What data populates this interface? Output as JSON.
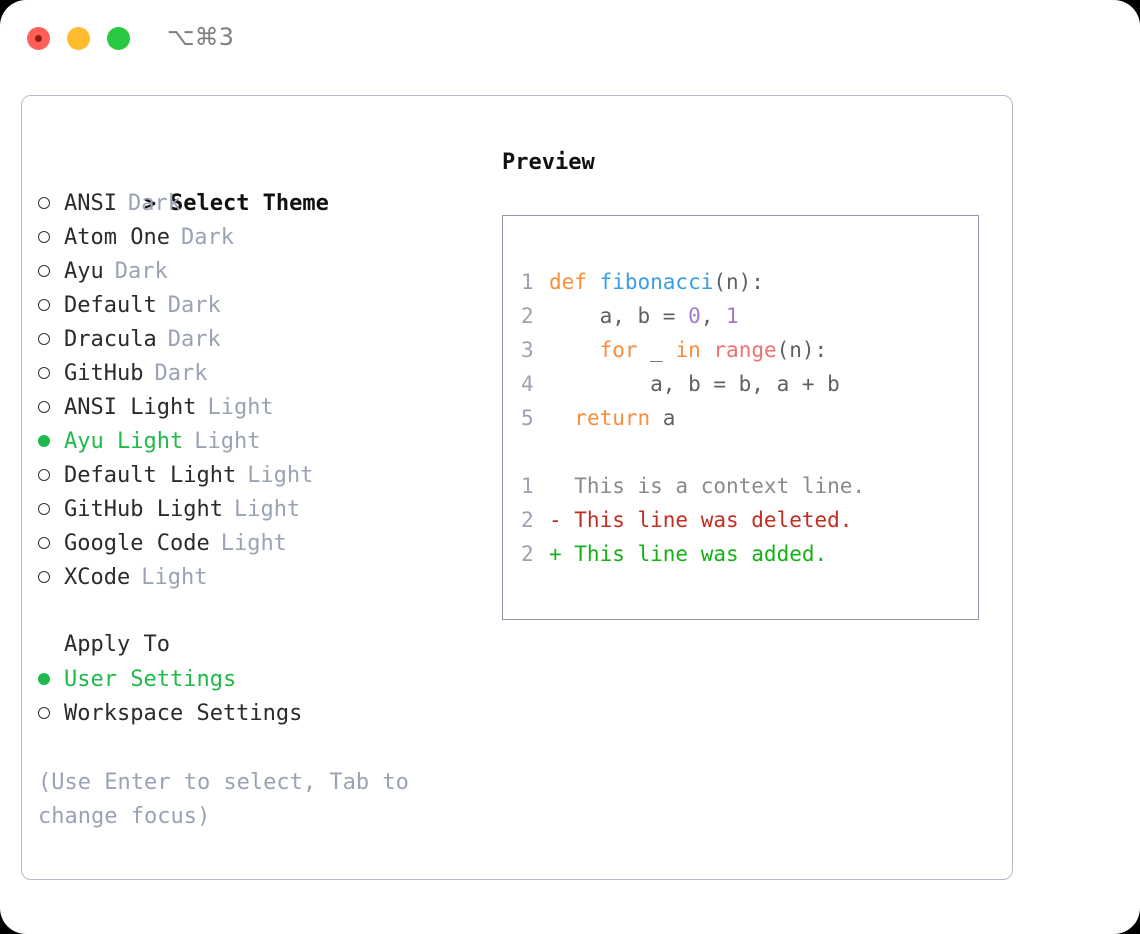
{
  "window": {
    "traffic_lights": [
      "close",
      "minimize",
      "maximize"
    ],
    "shortcut_label": "⌥⌘3"
  },
  "theme_picker": {
    "heading_marker": "> ",
    "heading": "Select Theme",
    "items": [
      {
        "marker": "o",
        "selected": false,
        "name": "ANSI",
        "variant": "Dark"
      },
      {
        "marker": "o",
        "selected": false,
        "name": "Atom One",
        "variant": "Dark"
      },
      {
        "marker": "o",
        "selected": false,
        "name": "Ayu",
        "variant": "Dark"
      },
      {
        "marker": "o",
        "selected": false,
        "name": "Default",
        "variant": "Dark"
      },
      {
        "marker": "o",
        "selected": false,
        "name": "Dracula",
        "variant": "Dark"
      },
      {
        "marker": "o",
        "selected": false,
        "name": "GitHub",
        "variant": "Dark"
      },
      {
        "marker": "o",
        "selected": false,
        "name": "ANSI Light",
        "variant": "Light"
      },
      {
        "marker": "●",
        "selected": true,
        "name": "Ayu Light",
        "variant": "Light"
      },
      {
        "marker": "o",
        "selected": false,
        "name": "Default Light",
        "variant": "Light"
      },
      {
        "marker": "o",
        "selected": false,
        "name": "GitHub Light",
        "variant": "Light"
      },
      {
        "marker": "o",
        "selected": false,
        "name": "Google Code",
        "variant": "Light"
      },
      {
        "marker": "o",
        "selected": false,
        "name": "XCode",
        "variant": "Light"
      }
    ]
  },
  "apply_to": {
    "title": "Apply To",
    "items": [
      {
        "selected": true,
        "name": "User Settings"
      },
      {
        "selected": false,
        "name": "Workspace Settings"
      }
    ]
  },
  "hint": "(Use Enter to select, Tab to change focus)",
  "preview": {
    "title": "Preview",
    "code_lines": [
      {
        "num": "1",
        "tokens": [
          {
            "t": "def ",
            "c": "kw"
          },
          {
            "t": "fibonacci",
            "c": "fn"
          },
          {
            "t": "(n):",
            "c": "plain"
          }
        ]
      },
      {
        "num": "2",
        "tokens": [
          {
            "t": "    a, b = ",
            "c": "plain"
          },
          {
            "t": "0",
            "c": "num"
          },
          {
            "t": ", ",
            "c": "plain"
          },
          {
            "t": "1",
            "c": "num"
          }
        ]
      },
      {
        "num": "3",
        "tokens": [
          {
            "t": "    ",
            "c": "plain"
          },
          {
            "t": "for",
            "c": "kw"
          },
          {
            "t": " _ ",
            "c": "plain"
          },
          {
            "t": "in",
            "c": "kw"
          },
          {
            "t": " ",
            "c": "plain"
          },
          {
            "t": "range",
            "c": "call"
          },
          {
            "t": "(n):",
            "c": "plain"
          }
        ]
      },
      {
        "num": "4",
        "tokens": [
          {
            "t": "        a, b = b, a + b",
            "c": "plain"
          }
        ]
      },
      {
        "num": "5",
        "tokens": [
          {
            "t": "  ",
            "c": "plain"
          },
          {
            "t": "return",
            "c": "kw"
          },
          {
            "t": " a",
            "c": "plain"
          }
        ]
      }
    ],
    "diff_lines": [
      {
        "num": "1",
        "text": "  This is a context line.",
        "kind": "ctx"
      },
      {
        "num": "2",
        "text": "- This line was deleted.",
        "kind": "del"
      },
      {
        "num": "2",
        "text": "+ This line was added.",
        "kind": "add"
      }
    ]
  },
  "colors": {
    "accent_green": "#1fba4a",
    "muted": "#9aa3b4",
    "keyword": "#fa8d3e",
    "function": "#399ee6",
    "number": "#a37acc",
    "call": "#f07171",
    "diff_deleted": "#c22d1e",
    "diff_added": "#12b312",
    "panel_border": "#b4bcc8",
    "preview_border": "#8f98a8"
  }
}
